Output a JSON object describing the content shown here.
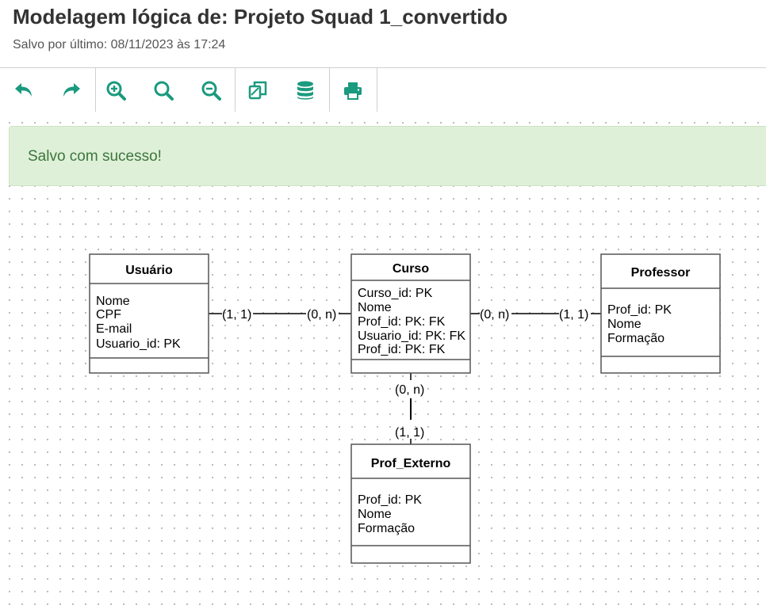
{
  "header": {
    "title": "Modelagem lógica de: Projeto Squad 1_convertido",
    "last_saved": "Salvo por último: 08/11/2023 às 17:24"
  },
  "toolbar": {
    "groups": [
      [
        {
          "name": "undo-icon"
        },
        {
          "name": "redo-icon"
        }
      ],
      [
        {
          "name": "zoom-in-icon"
        },
        {
          "name": "zoom-reset-icon"
        },
        {
          "name": "zoom-out-icon"
        }
      ],
      [
        {
          "name": "copy-icon"
        },
        {
          "name": "database-icon"
        }
      ],
      [
        {
          "name": "print-icon"
        }
      ]
    ],
    "accent_color": "#1a9a7e"
  },
  "alert": {
    "message": "Salvo com sucesso!",
    "background_color": "#dff0d8",
    "text_color": "#3c763d"
  },
  "diagram": {
    "entities": [
      {
        "name": "Usuário",
        "attributes": [
          "Nome",
          "CPF",
          "E-mail",
          "Usuario_id: PK"
        ]
      },
      {
        "name": "Curso",
        "attributes": [
          "Curso_id: PK",
          "Nome",
          "Prof_id: PK: FK",
          "Usuario_id: PK: FK",
          "Prof_id: PK: FK"
        ]
      },
      {
        "name": "Professor",
        "attributes": [
          "Prof_id: PK",
          "Nome",
          "Formação"
        ]
      },
      {
        "name": "Prof_Externo",
        "attributes": [
          "Prof_id: PK",
          "Nome",
          "Formação"
        ]
      }
    ],
    "relationships": [
      {
        "from": "Usuário",
        "to": "Curso",
        "from_card": "(1, 1)",
        "to_card": "(0, n)"
      },
      {
        "from": "Curso",
        "to": "Professor",
        "from_card": "(0, n)",
        "to_card": "(1, 1)"
      },
      {
        "from": "Curso",
        "to": "Prof_Externo",
        "from_card": "(0, n)",
        "to_card": "(1, 1)"
      }
    ]
  }
}
